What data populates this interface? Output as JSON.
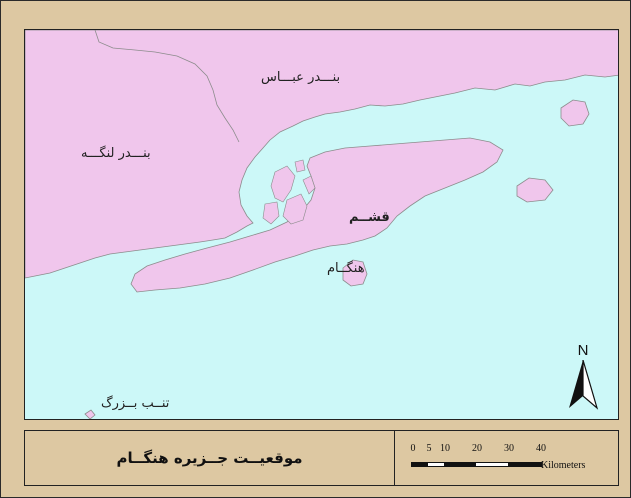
{
  "map": {
    "colors": {
      "sea": "#ccf8f8",
      "land": "#f0c6ec",
      "coast": "#8c8c8c",
      "frame": "#ddc8a2"
    },
    "labels": {
      "bandar_abbas": "بنـــدر عبـــاس",
      "bandar_lengeh": "بنـــدر لنگـــه",
      "qeshm": "قشــم",
      "hengam": "هنگــام",
      "tonb_bozorg": "تنــب بــزرگ"
    },
    "north_arrow": {
      "label": "N",
      "icon": "north-arrow-icon"
    }
  },
  "legend": {
    "title": "موقعیــت جــزیره هنگــام"
  },
  "scale": {
    "ticks": [
      "0",
      "5",
      "10",
      "20",
      "30",
      "40"
    ],
    "unit": "Kilometers"
  }
}
